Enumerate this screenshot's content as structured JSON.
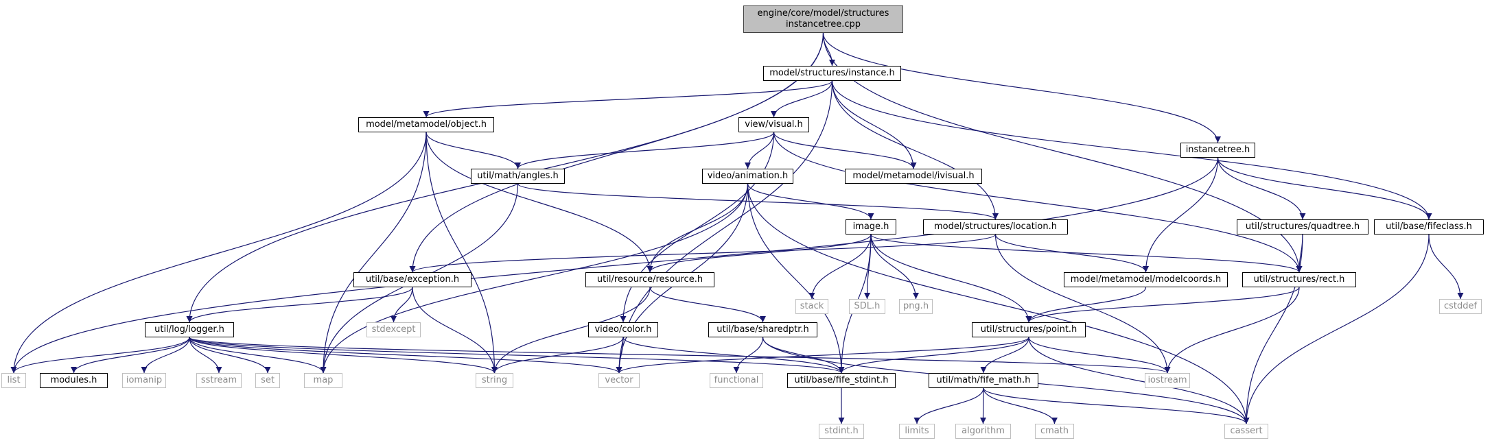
{
  "graph": {
    "colors": {
      "edge": "#191970",
      "root_fill": "#bfbfbf",
      "external_border": "#bfbfbf",
      "external_text": "#8c8c8c"
    },
    "nodes": [
      {
        "id": "instancetree_cpp",
        "label": "engine/core/model/structures\ninstancetree.cpp",
        "kind": "root"
      },
      {
        "id": "instance_h",
        "label": "model/structures/instance.h",
        "kind": "internal"
      },
      {
        "id": "object_h",
        "label": "model/metamodel/object.h",
        "kind": "internal"
      },
      {
        "id": "visual_h",
        "label": "view/visual.h",
        "kind": "internal"
      },
      {
        "id": "instancetree_h",
        "label": "instancetree.h",
        "kind": "internal"
      },
      {
        "id": "angles_h",
        "label": "util/math/angles.h",
        "kind": "internal"
      },
      {
        "id": "animation_h",
        "label": "video/animation.h",
        "kind": "internal"
      },
      {
        "id": "ivisual_h",
        "label": "model/metamodel/ivisual.h",
        "kind": "internal"
      },
      {
        "id": "image_h",
        "label": "image.h",
        "kind": "internal"
      },
      {
        "id": "location_h",
        "label": "model/structures/location.h",
        "kind": "internal"
      },
      {
        "id": "quadtree_h",
        "label": "util/structures/quadtree.h",
        "kind": "internal"
      },
      {
        "id": "fifeclass_h",
        "label": "util/base/fifeclass.h",
        "kind": "internal"
      },
      {
        "id": "exception_h",
        "label": "util/base/exception.h",
        "kind": "internal"
      },
      {
        "id": "resource_h",
        "label": "util/resource/resource.h",
        "kind": "internal"
      },
      {
        "id": "stack",
        "label": "stack",
        "kind": "external"
      },
      {
        "id": "sdl_h",
        "label": "SDL.h",
        "kind": "external"
      },
      {
        "id": "png_h",
        "label": "png.h",
        "kind": "external"
      },
      {
        "id": "modelcoords_h",
        "label": "model/metamodel/modelcoords.h",
        "kind": "internal"
      },
      {
        "id": "rect_h",
        "label": "util/structures/rect.h",
        "kind": "internal"
      },
      {
        "id": "cstddef",
        "label": "cstddef",
        "kind": "external"
      },
      {
        "id": "stdexcept",
        "label": "stdexcept",
        "kind": "external"
      },
      {
        "id": "logger_h",
        "label": "util/log/logger.h",
        "kind": "internal"
      },
      {
        "id": "color_h",
        "label": "video/color.h",
        "kind": "internal"
      },
      {
        "id": "sharedptr_h",
        "label": "util/base/sharedptr.h",
        "kind": "internal"
      },
      {
        "id": "point_h",
        "label": "util/structures/point.h",
        "kind": "internal"
      },
      {
        "id": "list",
        "label": "list",
        "kind": "external"
      },
      {
        "id": "modules_h",
        "label": "modules.h",
        "kind": "internal"
      },
      {
        "id": "iomanip",
        "label": "iomanip",
        "kind": "external"
      },
      {
        "id": "sstream",
        "label": "sstream",
        "kind": "external"
      },
      {
        "id": "set",
        "label": "set",
        "kind": "external"
      },
      {
        "id": "map",
        "label": "map",
        "kind": "external"
      },
      {
        "id": "string",
        "label": "string",
        "kind": "external"
      },
      {
        "id": "vector",
        "label": "vector",
        "kind": "external"
      },
      {
        "id": "functional",
        "label": "functional",
        "kind": "external"
      },
      {
        "id": "fife_stdint_h",
        "label": "util/base/fife_stdint.h",
        "kind": "internal"
      },
      {
        "id": "iostream",
        "label": "iostream",
        "kind": "external"
      },
      {
        "id": "fife_math_h",
        "label": "util/math/fife_math.h",
        "kind": "internal"
      },
      {
        "id": "stdint_h",
        "label": "stdint.h",
        "kind": "external"
      },
      {
        "id": "limits",
        "label": "limits",
        "kind": "external"
      },
      {
        "id": "algorithm",
        "label": "algorithm",
        "kind": "external"
      },
      {
        "id": "cmath",
        "label": "cmath",
        "kind": "external"
      },
      {
        "id": "cassert",
        "label": "cassert",
        "kind": "external"
      }
    ],
    "edges": [
      [
        "instancetree_cpp",
        "instance_h"
      ],
      [
        "instancetree_cpp",
        "logger_h"
      ],
      [
        "instancetree_cpp",
        "exception_h"
      ],
      [
        "instancetree_cpp",
        "instancetree_h"
      ],
      [
        "instancetree_cpp",
        "rect_h"
      ],
      [
        "instance_h",
        "object_h"
      ],
      [
        "instance_h",
        "visual_h"
      ],
      [
        "instance_h",
        "ivisual_h"
      ],
      [
        "instance_h",
        "location_h"
      ],
      [
        "instance_h",
        "fifeclass_h"
      ],
      [
        "instance_h",
        "vector"
      ],
      [
        "object_h",
        "angles_h"
      ],
      [
        "object_h",
        "resource_h"
      ],
      [
        "object_h",
        "list"
      ],
      [
        "object_h",
        "map"
      ],
      [
        "object_h",
        "string"
      ],
      [
        "visual_h",
        "angles_h"
      ],
      [
        "visual_h",
        "animation_h"
      ],
      [
        "visual_h",
        "ivisual_h"
      ],
      [
        "visual_h",
        "color_h"
      ],
      [
        "visual_h",
        "rect_h"
      ],
      [
        "angles_h",
        "location_h"
      ],
      [
        "angles_h",
        "map"
      ],
      [
        "animation_h",
        "image_h"
      ],
      [
        "animation_h",
        "resource_h"
      ],
      [
        "animation_h",
        "fife_stdint_h"
      ],
      [
        "animation_h",
        "vector"
      ],
      [
        "animation_h",
        "map"
      ],
      [
        "animation_h",
        "cassert"
      ],
      [
        "image_h",
        "stack"
      ],
      [
        "image_h",
        "sdl_h"
      ],
      [
        "image_h",
        "png_h"
      ],
      [
        "image_h",
        "resource_h"
      ],
      [
        "image_h",
        "rect_h"
      ],
      [
        "image_h",
        "point_h"
      ],
      [
        "image_h",
        "fife_stdint_h"
      ],
      [
        "location_h",
        "exception_h"
      ],
      [
        "location_h",
        "modelcoords_h"
      ],
      [
        "location_h",
        "iostream"
      ],
      [
        "instancetree_h",
        "quadtree_h"
      ],
      [
        "instancetree_h",
        "fifeclass_h"
      ],
      [
        "instancetree_h",
        "modelcoords_h"
      ],
      [
        "instancetree_h",
        "list"
      ],
      [
        "quadtree_h",
        "rect_h"
      ],
      [
        "quadtree_h",
        "cassert"
      ],
      [
        "fifeclass_h",
        "cstddef"
      ],
      [
        "fifeclass_h",
        "cassert"
      ],
      [
        "exception_h",
        "logger_h"
      ],
      [
        "exception_h",
        "stdexcept"
      ],
      [
        "exception_h",
        "string"
      ],
      [
        "resource_h",
        "sharedptr_h"
      ],
      [
        "resource_h",
        "string"
      ],
      [
        "modelcoords_h",
        "point_h"
      ],
      [
        "rect_h",
        "point_h"
      ],
      [
        "rect_h",
        "iostream"
      ],
      [
        "logger_h",
        "list"
      ],
      [
        "logger_h",
        "modules_h"
      ],
      [
        "logger_h",
        "iomanip"
      ],
      [
        "logger_h",
        "sstream"
      ],
      [
        "logger_h",
        "set"
      ],
      [
        "logger_h",
        "map"
      ],
      [
        "logger_h",
        "string"
      ],
      [
        "logger_h",
        "vector"
      ],
      [
        "logger_h",
        "fife_stdint_h"
      ],
      [
        "logger_h",
        "iostream"
      ],
      [
        "color_h",
        "fife_stdint_h"
      ],
      [
        "color_h",
        "vector"
      ],
      [
        "color_h",
        "string"
      ],
      [
        "sharedptr_h",
        "functional"
      ],
      [
        "sharedptr_h",
        "fife_stdint_h"
      ],
      [
        "sharedptr_h",
        "cassert"
      ],
      [
        "point_h",
        "fife_math_h"
      ],
      [
        "point_h",
        "fife_stdint_h"
      ],
      [
        "point_h",
        "vector"
      ],
      [
        "point_h",
        "iostream"
      ],
      [
        "point_h",
        "cassert"
      ],
      [
        "fife_stdint_h",
        "stdint_h"
      ],
      [
        "fife_math_h",
        "limits"
      ],
      [
        "fife_math_h",
        "algorithm"
      ],
      [
        "fife_math_h",
        "cmath"
      ],
      [
        "fife_math_h",
        "cassert"
      ]
    ]
  }
}
